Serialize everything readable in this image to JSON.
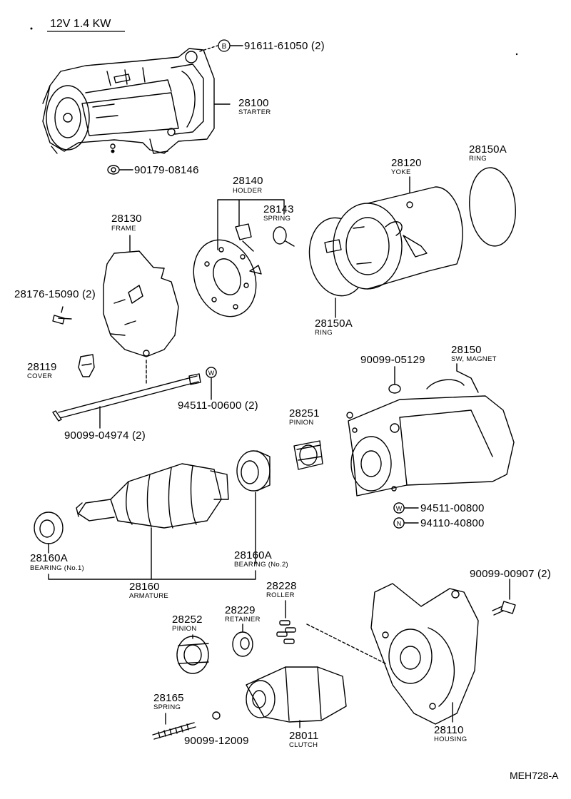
{
  "title": "12V 1.4 KW",
  "diagram_code": "MEH728-A",
  "parts": {
    "bolt_top": {
      "number": "91611-61050 (2)",
      "badge": "B"
    },
    "starter": {
      "number": "28100",
      "name": "STARTER"
    },
    "nut_top": {
      "number": "90179-08146"
    },
    "holder": {
      "number": "28140",
      "name": "HOLDER"
    },
    "spring_brush": {
      "number": "28143",
      "name": "SPRING"
    },
    "yoke": {
      "number": "28120",
      "name": "YOKE"
    },
    "ring_right": {
      "number": "28150A",
      "name": "RING"
    },
    "ring_mid": {
      "number": "28150A",
      "name": "RING"
    },
    "frame": {
      "number": "28130",
      "name": "FRAME"
    },
    "screw_frame": {
      "number": "28176-15090 (2)"
    },
    "cover": {
      "number": "28119",
      "name": "COVER"
    },
    "washer_w1": {
      "number": "94511-00600 (2)",
      "badge": "W"
    },
    "through_bolt": {
      "number": "90099-04974 (2)"
    },
    "nut_switch": {
      "number": "90099-05129"
    },
    "sw_magnet": {
      "number": "28150",
      "name": "SW, MAGNET"
    },
    "pinion_upper": {
      "number": "28251",
      "name": "PINION"
    },
    "washer_w2": {
      "number": "94511-00800",
      "badge": "W"
    },
    "nut_n": {
      "number": "94110-40800",
      "badge": "N"
    },
    "bearing1": {
      "number": "28160A",
      "name": "BEARING (No.1)"
    },
    "bearing2": {
      "number": "28160A",
      "name": "BEARING (No.2)"
    },
    "armature": {
      "number": "28160",
      "name": "ARMATURE"
    },
    "bolt_housing": {
      "number": "90099-00907 (2)"
    },
    "roller": {
      "number": "28228",
      "name": "ROLLER"
    },
    "retainer": {
      "number": "28229",
      "name": "RETAINER"
    },
    "pinion_lower": {
      "number": "28252",
      "name": "PINION"
    },
    "spring_coil": {
      "number": "28165",
      "name": "SPRING"
    },
    "ball": {
      "number": "90099-12009"
    },
    "clutch": {
      "number": "28011",
      "name": "CLUTCH"
    },
    "housing": {
      "number": "28110",
      "name": "HOUSING"
    }
  }
}
